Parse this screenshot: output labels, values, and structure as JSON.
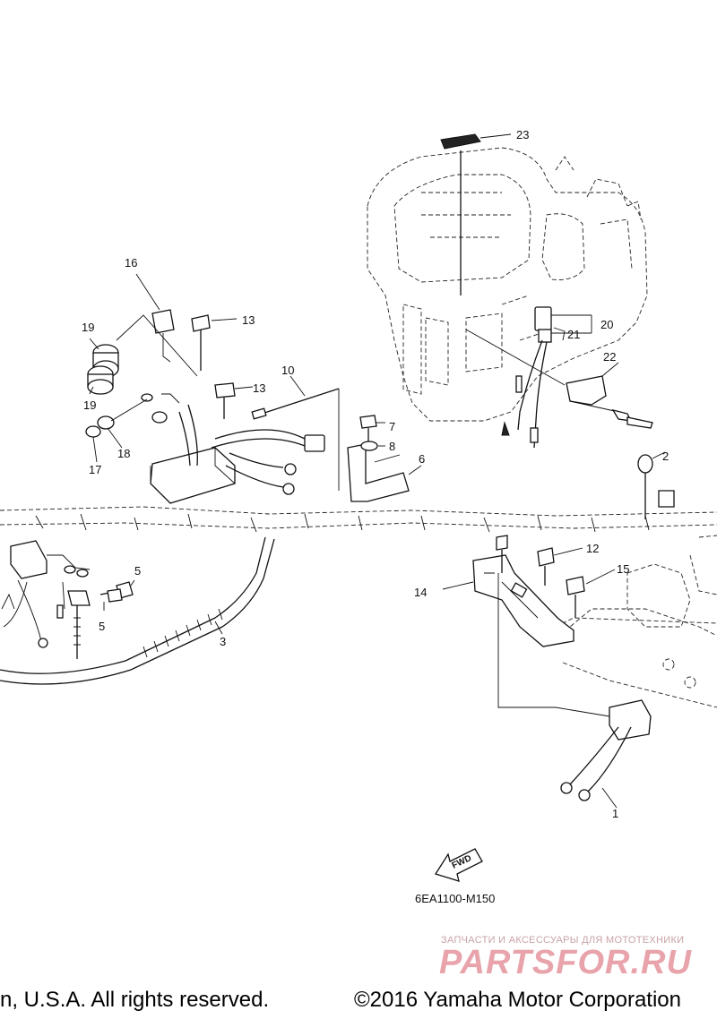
{
  "diagram": {
    "callouts": [
      "1",
      "2",
      "3",
      "5",
      "5",
      "6",
      "7",
      "8",
      "10",
      "12",
      "13",
      "13",
      "14",
      "15",
      "16",
      "17",
      "18",
      "19",
      "19",
      "20",
      "21",
      "22",
      "23"
    ],
    "fwd_label": "FWD",
    "drawing_code": "6EA1100-M150"
  },
  "watermark": {
    "tagline": "ЗАПЧАСТИ И АКСЕССУАРЫ ДЛЯ МОТОТЕХНИКИ",
    "brand": "PARTSFOR.RU"
  },
  "footer": {
    "left_text": "n, U.S.A. All rights reserved.",
    "right_text": "©2016 Yamaha Motor Corporation"
  }
}
